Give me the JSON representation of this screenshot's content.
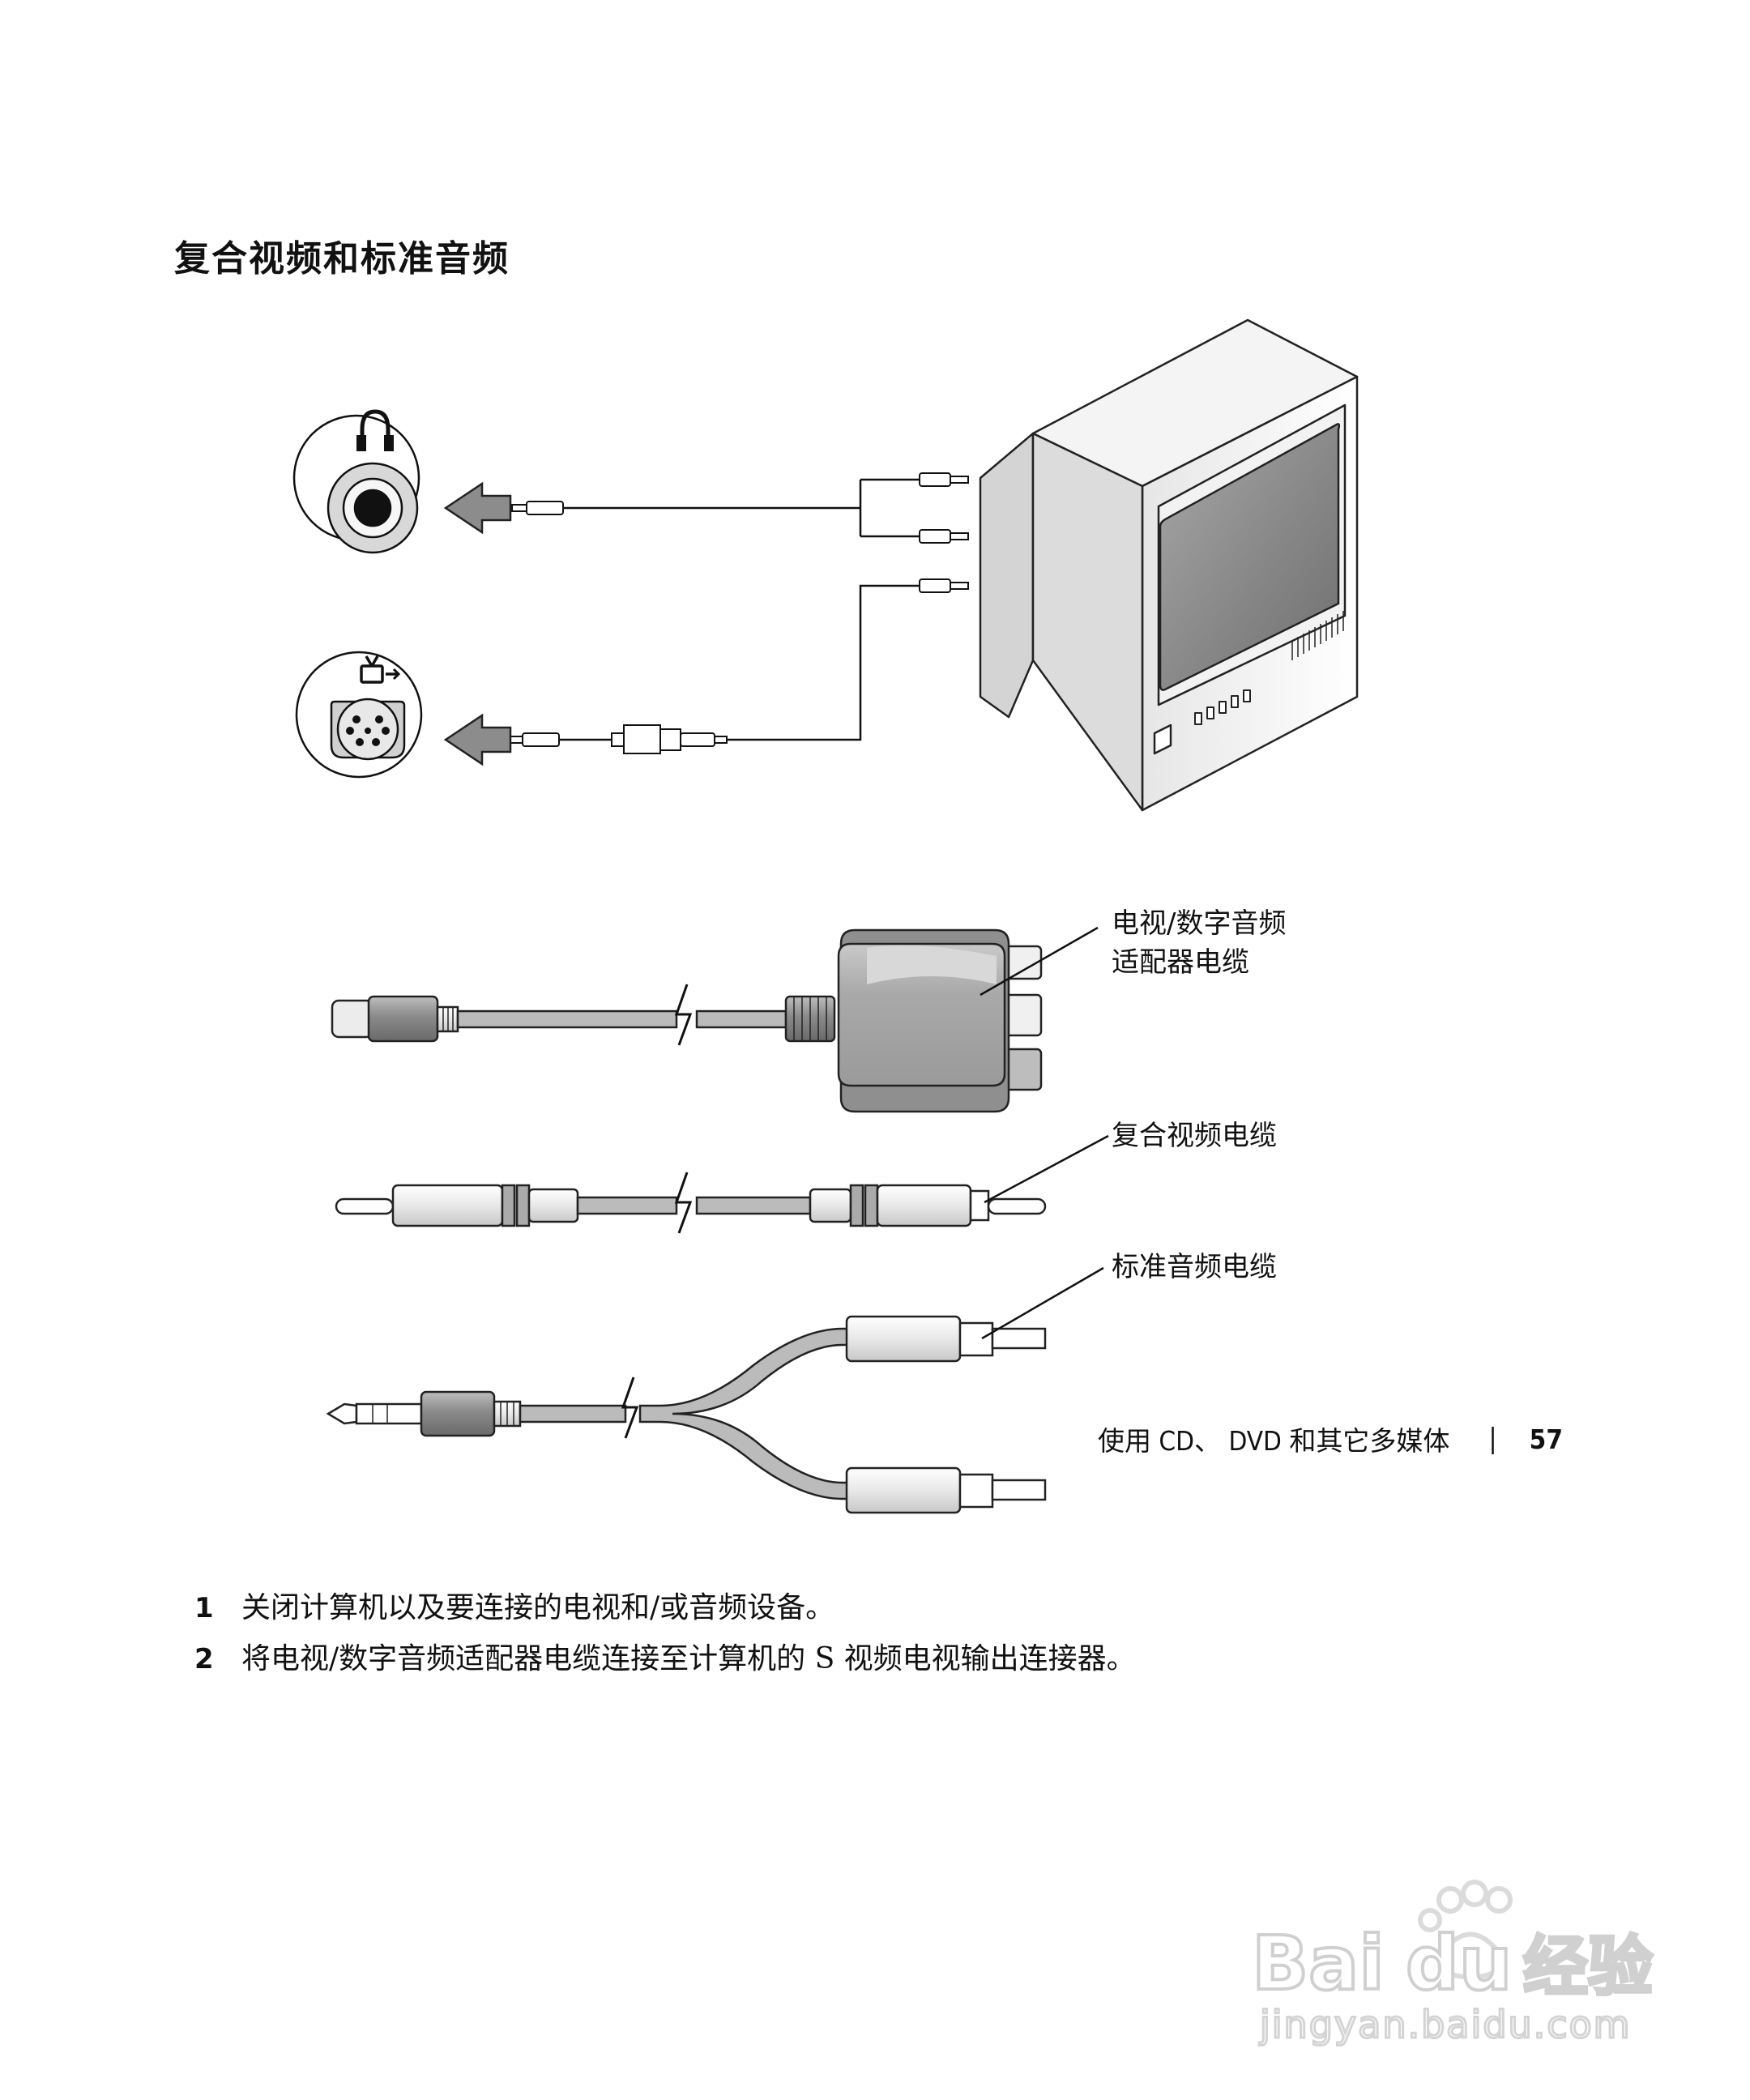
{
  "heading": "复合视频和标准音频",
  "callouts": {
    "adapter_line1": "电视/数字音频",
    "adapter_line2": "适配器电缆",
    "composite": "复合视频电缆",
    "audio": "标准音频电缆"
  },
  "steps": [
    {
      "num": "1",
      "text": "关闭计算机以及要连接的电视和/或音频设备。"
    },
    {
      "num": "2",
      "text": "将电视/数字音频适配器电缆连接至计算机的 S 视频电视输出连接器。"
    }
  ],
  "footer": {
    "section": "使用 CD、 DVD 和其它多媒体",
    "separator": "|",
    "page": "57"
  },
  "watermark": {
    "brand": "Bai du 经验",
    "url": "jingyan.baidu.com"
  },
  "icons": [
    "headphone-icon",
    "tv-out-icon"
  ]
}
